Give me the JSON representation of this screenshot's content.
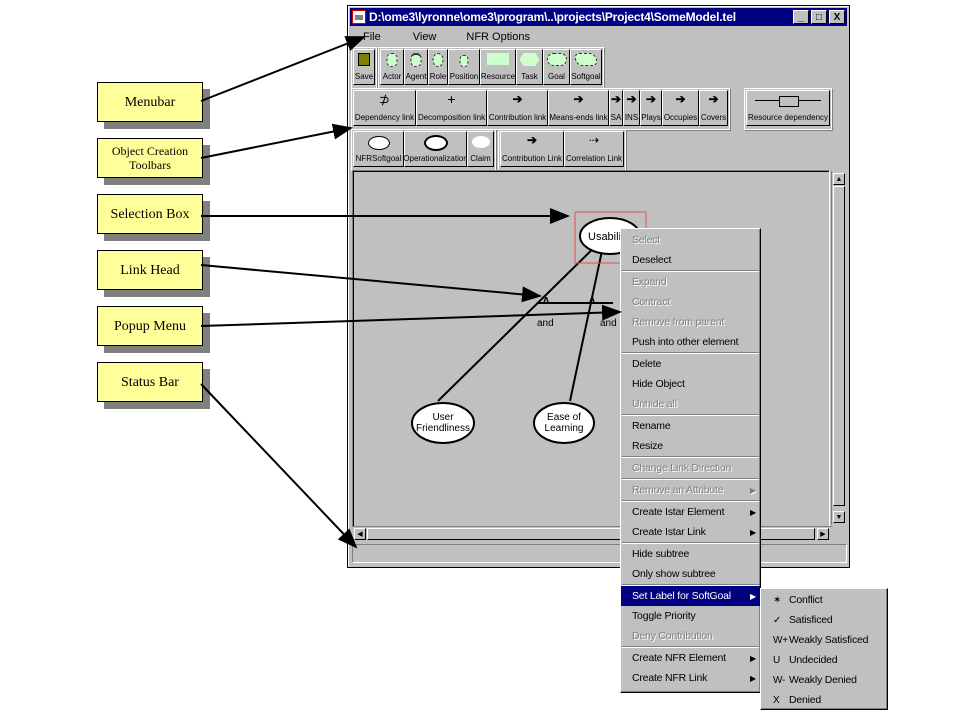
{
  "callouts": [
    {
      "label": "Menubar"
    },
    {
      "label": "Object Creation Toolbars"
    },
    {
      "label": "Selection Box"
    },
    {
      "label": "Link Head"
    },
    {
      "label": "Popup Menu"
    },
    {
      "label": "Status Bar"
    }
  ],
  "window": {
    "title": "D:\\ome3\\lyronne\\ome3\\program\\..\\projects\\Project4\\SomeModel.tel",
    "controls": {
      "minimize": "_",
      "maximize": "□",
      "close": "X"
    }
  },
  "menubar": {
    "items": [
      "File",
      "View",
      "NFR Options"
    ]
  },
  "toolbar1": {
    "save": "Save",
    "items": [
      "Actor",
      "Agent",
      "Role",
      "Position",
      "Resource",
      "Task",
      "Goal",
      "Softgoal"
    ]
  },
  "toolbar2": {
    "items": [
      "Dependency link",
      "Decomposition link",
      "Contribution link",
      "Means-ends link",
      "SA",
      "INS",
      "Plays",
      "Occupies",
      "Covers"
    ],
    "resource": "Resource dependency"
  },
  "toolbar3": {
    "items": [
      "NFRSoftgoal",
      "Operationalization",
      "Claim"
    ],
    "links": [
      "Contribution Link",
      "Correlation Link"
    ]
  },
  "canvas": {
    "nodes": {
      "usability": "Usability",
      "user_friendliness": [
        "User",
        "Friendliness"
      ],
      "ease_of_learning": [
        "Ease of",
        "Learning"
      ]
    },
    "link_labels": [
      "and",
      "and"
    ]
  },
  "status": {
    "text": ""
  },
  "popup": {
    "items": [
      {
        "label": "Select",
        "disabled": true
      },
      {
        "label": "Deselect",
        "disabled": false
      },
      {
        "label": "Expand",
        "disabled": true
      },
      {
        "label": "Contract",
        "disabled": true
      },
      {
        "label": "Remove from parent",
        "disabled": true
      },
      {
        "label": "Push into other element",
        "disabled": false
      },
      {
        "label": "Delete",
        "disabled": false
      },
      {
        "label": "Hide Object",
        "disabled": false
      },
      {
        "label": "Unhide all",
        "disabled": true
      },
      {
        "label": "Rename",
        "disabled": false
      },
      {
        "label": "Resize",
        "disabled": false
      },
      {
        "label": "Change Link Direction",
        "disabled": true
      },
      {
        "label": "Remove an Attribute",
        "disabled": true
      },
      {
        "label": "Create Istar Element",
        "disabled": false
      },
      {
        "label": "Create Istar Link",
        "disabled": false
      },
      {
        "label": "Hide subtree",
        "disabled": false
      },
      {
        "label": "Only show subtree",
        "disabled": false
      },
      {
        "label": "Set Label for SoftGoal",
        "disabled": false,
        "selected": true
      },
      {
        "label": "Toggle Priority",
        "disabled": false
      },
      {
        "label": "Deny Contribution",
        "disabled": true
      },
      {
        "label": "Create NFR Element",
        "disabled": false
      },
      {
        "label": "Create NFR Link",
        "disabled": false
      }
    ]
  },
  "submenu": {
    "items": [
      {
        "glyph": "✶",
        "label": "Conflict"
      },
      {
        "glyph": "✓",
        "label": "Satisficed"
      },
      {
        "glyph": "W+",
        "label": "Weakly Satisficed"
      },
      {
        "glyph": "U",
        "label": "Undecided"
      },
      {
        "glyph": "W-",
        "label": "Weakly Denied"
      },
      {
        "glyph": "X",
        "label": "Denied"
      }
    ]
  },
  "colors": {
    "titlebar": "#000080",
    "callout": "#ffff99",
    "selection_box": "#e05050",
    "menu_highlight": "#000080",
    "shape_fill": "#ccffcc"
  }
}
